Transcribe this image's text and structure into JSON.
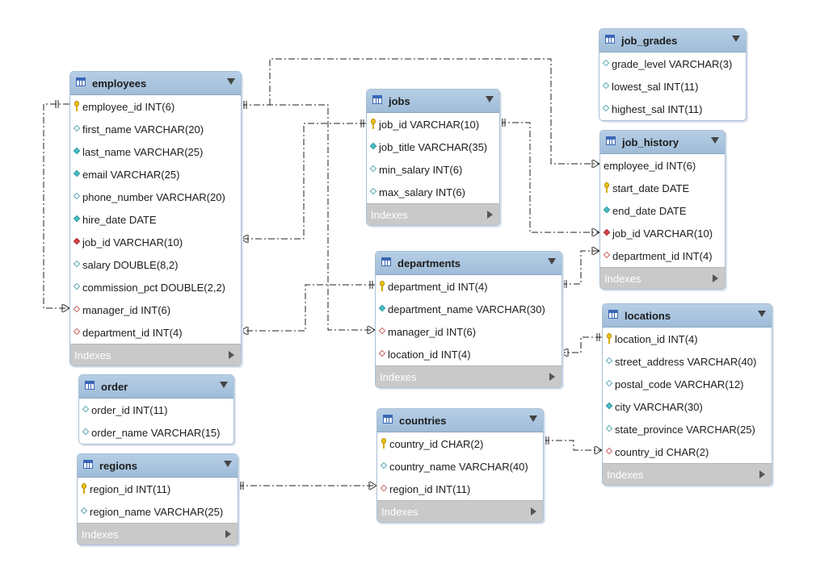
{
  "indexes_label": "Indexes",
  "tables": {
    "employees": {
      "name": "employees",
      "columns": [
        {
          "text": "employee_id INT(6)",
          "icon": "key"
        },
        {
          "text": "first_name VARCHAR(20)",
          "icon": "attr"
        },
        {
          "text": "last_name VARCHAR(25)",
          "icon": "nn"
        },
        {
          "text": "email VARCHAR(25)",
          "icon": "nn"
        },
        {
          "text": "phone_number VARCHAR(20)",
          "icon": "attr"
        },
        {
          "text": "hire_date DATE",
          "icon": "nn"
        },
        {
          "text": "job_id VARCHAR(10)",
          "icon": "fknn"
        },
        {
          "text": "salary DOUBLE(8,2)",
          "icon": "attr"
        },
        {
          "text": "commission_pct DOUBLE(2,2)",
          "icon": "attr"
        },
        {
          "text": "manager_id INT(6)",
          "icon": "fk"
        },
        {
          "text": "department_id INT(4)",
          "icon": "fk"
        }
      ]
    },
    "order": {
      "name": "order",
      "columns": [
        {
          "text": "order_id INT(11)",
          "icon": "attr"
        },
        {
          "text": "order_name VARCHAR(15)",
          "icon": "attr"
        }
      ]
    },
    "regions": {
      "name": "regions",
      "columns": [
        {
          "text": "region_id INT(11)",
          "icon": "key"
        },
        {
          "text": "region_name VARCHAR(25)",
          "icon": "attr"
        }
      ]
    },
    "jobs": {
      "name": "jobs",
      "columns": [
        {
          "text": "job_id VARCHAR(10)",
          "icon": "key"
        },
        {
          "text": "job_title VARCHAR(35)",
          "icon": "nn"
        },
        {
          "text": "min_salary INT(6)",
          "icon": "attr"
        },
        {
          "text": "max_salary INT(6)",
          "icon": "attr"
        }
      ]
    },
    "departments": {
      "name": "departments",
      "columns": [
        {
          "text": "department_id INT(4)",
          "icon": "key"
        },
        {
          "text": "department_name VARCHAR(30)",
          "icon": "nn"
        },
        {
          "text": "manager_id INT(6)",
          "icon": "fk"
        },
        {
          "text": "location_id INT(4)",
          "icon": "fk"
        }
      ]
    },
    "countries": {
      "name": "countries",
      "columns": [
        {
          "text": "country_id CHAR(2)",
          "icon": "key"
        },
        {
          "text": "country_name VARCHAR(40)",
          "icon": "attr"
        },
        {
          "text": "region_id INT(11)",
          "icon": "fk"
        }
      ]
    },
    "job_grades": {
      "name": "job_grades",
      "columns": [
        {
          "text": "grade_level VARCHAR(3)",
          "icon": "attr"
        },
        {
          "text": "lowest_sal INT(11)",
          "icon": "attr"
        },
        {
          "text": "highest_sal INT(11)",
          "icon": "attr"
        }
      ]
    },
    "job_history": {
      "name": "job_history",
      "columns": [
        {
          "text": "employee_id INT(6)",
          "icon": "none"
        },
        {
          "text": "start_date DATE",
          "icon": "key"
        },
        {
          "text": "end_date DATE",
          "icon": "nn"
        },
        {
          "text": "job_id VARCHAR(10)",
          "icon": "fknn"
        },
        {
          "text": "department_id INT(4)",
          "icon": "fk"
        }
      ]
    },
    "locations": {
      "name": "locations",
      "columns": [
        {
          "text": "location_id INT(4)",
          "icon": "key"
        },
        {
          "text": "street_address VARCHAR(40)",
          "icon": "attr"
        },
        {
          "text": "postal_code VARCHAR(12)",
          "icon": "attr"
        },
        {
          "text": "city VARCHAR(30)",
          "icon": "nn"
        },
        {
          "text": "state_province VARCHAR(25)",
          "icon": "attr"
        },
        {
          "text": "country_id CHAR(2)",
          "icon": "fk"
        }
      ]
    }
  }
}
